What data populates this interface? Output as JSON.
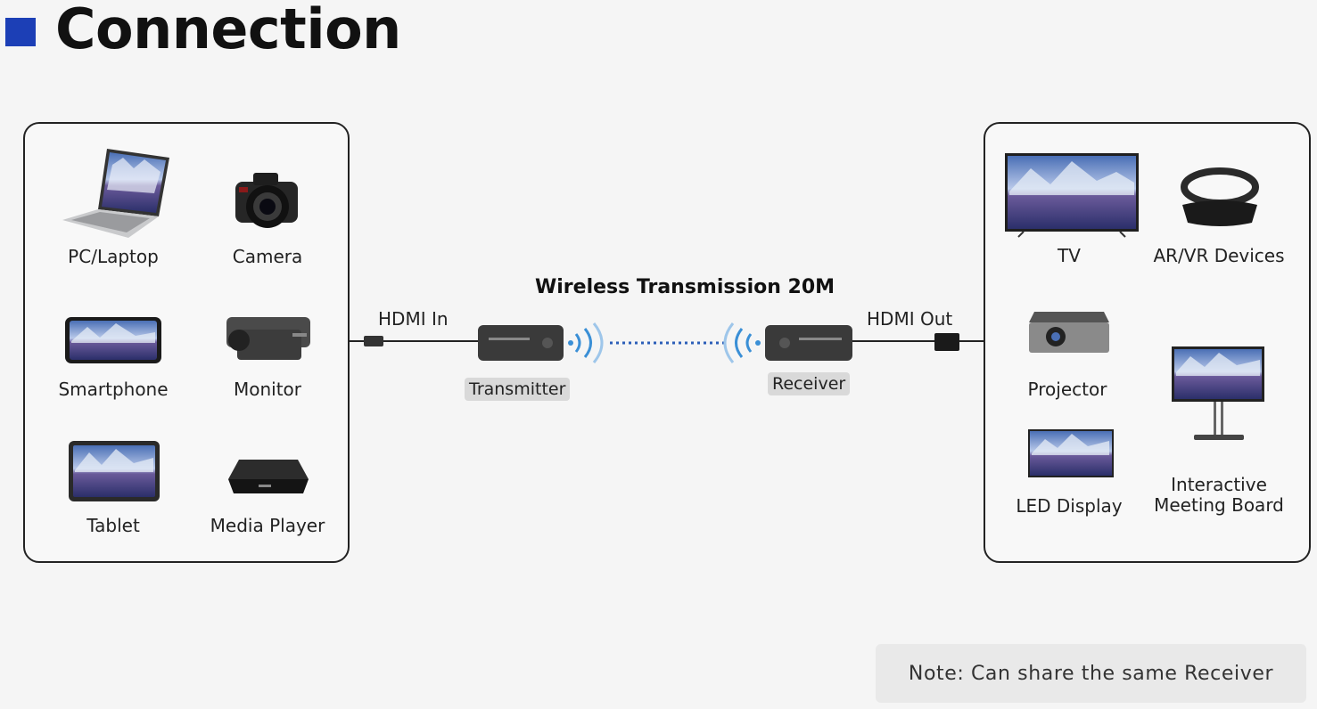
{
  "header": {
    "title": "Connection"
  },
  "sources": {
    "items": [
      {
        "label": "PC/Laptop",
        "icon": "laptop-icon"
      },
      {
        "label": "Camera",
        "icon": "camera-icon"
      },
      {
        "label": "Smartphone",
        "icon": "smartphone-icon"
      },
      {
        "label": "Monitor",
        "icon": "surveillance-camera-icon"
      },
      {
        "label": "Tablet",
        "icon": "tablet-icon"
      },
      {
        "label": "Media Player",
        "icon": "media-player-icon"
      }
    ]
  },
  "link": {
    "title": "Wireless Transmission 20M",
    "hdmi_in": "HDMI In",
    "hdmi_out": "HDMI Out",
    "transmitter": "Transmitter",
    "receiver": "Receiver",
    "accent_color": "#3a8fd6"
  },
  "displays": {
    "items": [
      {
        "label": "TV",
        "icon": "tv-icon"
      },
      {
        "label": "AR/VR Devices",
        "icon": "vr-headset-icon"
      },
      {
        "label": "Projector",
        "icon": "projector-icon"
      },
      {
        "label": "LED Display",
        "icon": "led-display-icon"
      },
      {
        "label": "Interactive",
        "icon": "interactive-board-icon"
      },
      {
        "label": "Meeting Board",
        "icon": "interactive-board-icon"
      }
    ]
  },
  "note": "Note: Can share the same Receiver",
  "colors": {
    "brand": "#1c3fb6",
    "panel_border": "#222222"
  }
}
